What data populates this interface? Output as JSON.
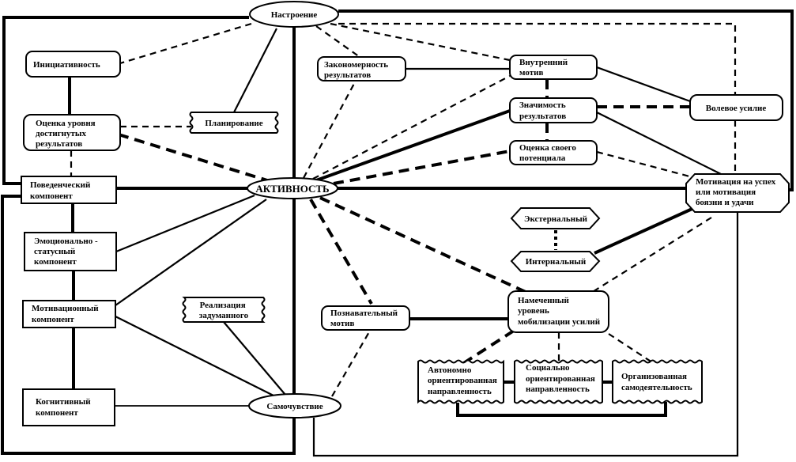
{
  "diagram": {
    "nodes": {
      "nastroenie": {
        "lines": [
          "Настроение"
        ]
      },
      "initsiativnost": {
        "lines": [
          "Инициативность"
        ]
      },
      "otsenka_urovnya": {
        "lines": [
          "Оценка уровня",
          "достигнутых",
          "результатов"
        ]
      },
      "planirovanie": {
        "lines": [
          "Планирование"
        ]
      },
      "povedencheskiy": {
        "lines": [
          "Поведенческий",
          "компонент"
        ]
      },
      "emotsionalno": {
        "lines": [
          "Эмоционально -",
          "статусный",
          "компонент"
        ]
      },
      "motivatsionny": {
        "lines": [
          "Мотивационный",
          "компонент"
        ]
      },
      "kognitivny": {
        "lines": [
          "Когнитивный",
          "компонент"
        ]
      },
      "realizatsiya": {
        "lines": [
          "Реализация",
          "задуманного"
        ]
      },
      "samochuvstvie": {
        "lines": [
          "Самочувствие"
        ]
      },
      "aktivnost": {
        "lines": [
          "АКТИВНОСТЬ"
        ]
      },
      "zakonomernost": {
        "lines": [
          "Закономерность",
          "результатов"
        ]
      },
      "vnutrenniy_motiv": {
        "lines": [
          "Внутренний",
          "мотив"
        ]
      },
      "znachimost": {
        "lines": [
          "Значимость",
          "результатов"
        ]
      },
      "otsenka_potentsiala": {
        "lines": [
          "Оценка своего",
          "потенциала"
        ]
      },
      "volevoe_usilie": {
        "lines": [
          "Волевое усилие"
        ]
      },
      "motivatsiya_uspekh": {
        "lines": [
          "Мотивация на успех",
          "или мотивация",
          "боязни и удачи"
        ]
      },
      "eksternalny": {
        "lines": [
          "Экстернальный"
        ]
      },
      "internalny": {
        "lines": [
          "Интернальный"
        ]
      },
      "poznavatelny_motiv": {
        "lines": [
          "Познавательный",
          "мотив"
        ]
      },
      "namechenny_uroven": {
        "lines": [
          "Намеченный",
          "уровень",
          "мобилизации усилий"
        ]
      },
      "avtonomno": {
        "lines": [
          "Автономно",
          "ориентированная",
          "направленность"
        ]
      },
      "sotsialno": {
        "lines": [
          "Социально",
          "ориентированная",
          "направленность"
        ]
      },
      "organizovannaya": {
        "lines": [
          "Организованная",
          "самодеятельность"
        ]
      }
    },
    "connections": [
      {
        "from": "nastroenie",
        "to": "povedencheskiy",
        "style": "solid-thick"
      },
      {
        "from": "povedencheskiy",
        "to": "samochuvstvie",
        "style": "solid-thick"
      },
      {
        "from": "nastroenie",
        "to": "motivatsiya_uspekh",
        "style": "solid-thick"
      },
      {
        "from": "samochuvstvie",
        "to": "motivatsiya_uspekh",
        "style": "solid"
      },
      {
        "from": "nastroenie",
        "to": "aktivnost",
        "style": "solid-thick"
      },
      {
        "from": "aktivnost",
        "to": "samochuvstvie",
        "style": "solid-thick"
      },
      {
        "from": "nastroenie",
        "to": "initsiativnost",
        "style": "dashed"
      },
      {
        "from": "nastroenie",
        "to": "planirovanie",
        "style": "solid"
      },
      {
        "from": "nastroenie",
        "to": "zakonomernost",
        "style": "dashed"
      },
      {
        "from": "nastroenie",
        "to": "vnutrenniy_motiv",
        "style": "dashed"
      },
      {
        "from": "nastroenie",
        "to": "volevoe_usilie",
        "style": "dashed"
      },
      {
        "from": "volevoe_usilie",
        "to": "motivatsiya_uspekh",
        "style": "dashed"
      },
      {
        "from": "initsiativnost",
        "to": "otsenka_urovnya",
        "style": "solid-thick"
      },
      {
        "from": "otsenka_urovnya",
        "to": "planirovanie",
        "style": "dashed"
      },
      {
        "from": "otsenka_urovnya",
        "to": "aktivnost",
        "style": "dashed-thick"
      },
      {
        "from": "otsenka_urovnya",
        "to": "povedencheskiy",
        "style": "dashed"
      },
      {
        "from": "povedencheskiy",
        "to": "aktivnost",
        "style": "solid-thick"
      },
      {
        "from": "povedencheskiy",
        "to": "emotsionalno",
        "style": "solid-thick"
      },
      {
        "from": "emotsionalno",
        "to": "motivatsionny",
        "style": "solid-thick"
      },
      {
        "from": "motivatsionny",
        "to": "kognitivny",
        "style": "solid-thick"
      },
      {
        "from": "emotsionalno",
        "to": "aktivnost",
        "style": "solid"
      },
      {
        "from": "motivatsionny",
        "to": "aktivnost",
        "style": "solid"
      },
      {
        "from": "motivatsionny",
        "to": "samochuvstvie",
        "style": "solid"
      },
      {
        "from": "realizatsiya",
        "to": "samochuvstvie",
        "style": "solid"
      },
      {
        "from": "kognitivny",
        "to": "samochuvstvie",
        "style": "solid"
      },
      {
        "from": "samochuvstvie",
        "to": "poznavatelny_motiv",
        "style": "dashed"
      },
      {
        "from": "aktivnost",
        "to": "zakonomernost",
        "style": "dashed"
      },
      {
        "from": "aktivnost",
        "to": "vnutrenniy_motiv",
        "style": "dashed"
      },
      {
        "from": "aktivnost",
        "to": "znachimost",
        "style": "solid-thick"
      },
      {
        "from": "aktivnost",
        "to": "otsenka_potentsiala",
        "style": "dashed-thick"
      },
      {
        "from": "aktivnost",
        "to": "motivatsiya_uspekh",
        "style": "solid-thick"
      },
      {
        "from": "aktivnost",
        "to": "poznavatelny_motiv",
        "style": "dashed-thick"
      },
      {
        "from": "aktivnost",
        "to": "namechenny_uroven",
        "style": "dashed-thick"
      },
      {
        "from": "zakonomernost",
        "to": "vnutrenniy_motiv",
        "style": "solid"
      },
      {
        "from": "vnutrenniy_motiv",
        "to": "znachimost",
        "style": "dashed-thick"
      },
      {
        "from": "znachimost",
        "to": "otsenka_potentsiala",
        "style": "dashed-thick"
      },
      {
        "from": "vnutrenniy_motiv",
        "to": "volevoe_usilie",
        "style": "solid"
      },
      {
        "from": "znachimost",
        "to": "volevoe_usilie",
        "style": "dashed-thick"
      },
      {
        "from": "znachimost",
        "to": "motivatsiya_uspekh",
        "style": "solid"
      },
      {
        "from": "otsenka_potentsiala",
        "to": "motivatsiya_uspekh",
        "style": "dashed"
      },
      {
        "from": "motivatsiya_uspekh",
        "to": "internalny",
        "style": "solid-thick"
      },
      {
        "from": "motivatsiya_uspekh",
        "to": "namechenny_uroven",
        "style": "dashed"
      },
      {
        "from": "eksternalny",
        "to": "internalny",
        "style": "dotted"
      },
      {
        "from": "poznavatelny_motiv",
        "to": "namechenny_uroven",
        "style": "solid-thick"
      },
      {
        "from": "namechenny_uroven",
        "to": "avtonomno",
        "style": "dashed-thick"
      },
      {
        "from": "namechenny_uroven",
        "to": "sotsialno",
        "style": "dashed"
      },
      {
        "from": "namechenny_uroven",
        "to": "organizovannaya",
        "style": "dashed"
      },
      {
        "from": "avtonomno",
        "to": "sotsialno",
        "style": "solid-thick"
      },
      {
        "from": "sotsialno",
        "to": "organizovannaya",
        "style": "solid-thick"
      },
      {
        "from": "avtonomno",
        "to": "organizovannaya",
        "style": "solid-thick"
      }
    ]
  }
}
